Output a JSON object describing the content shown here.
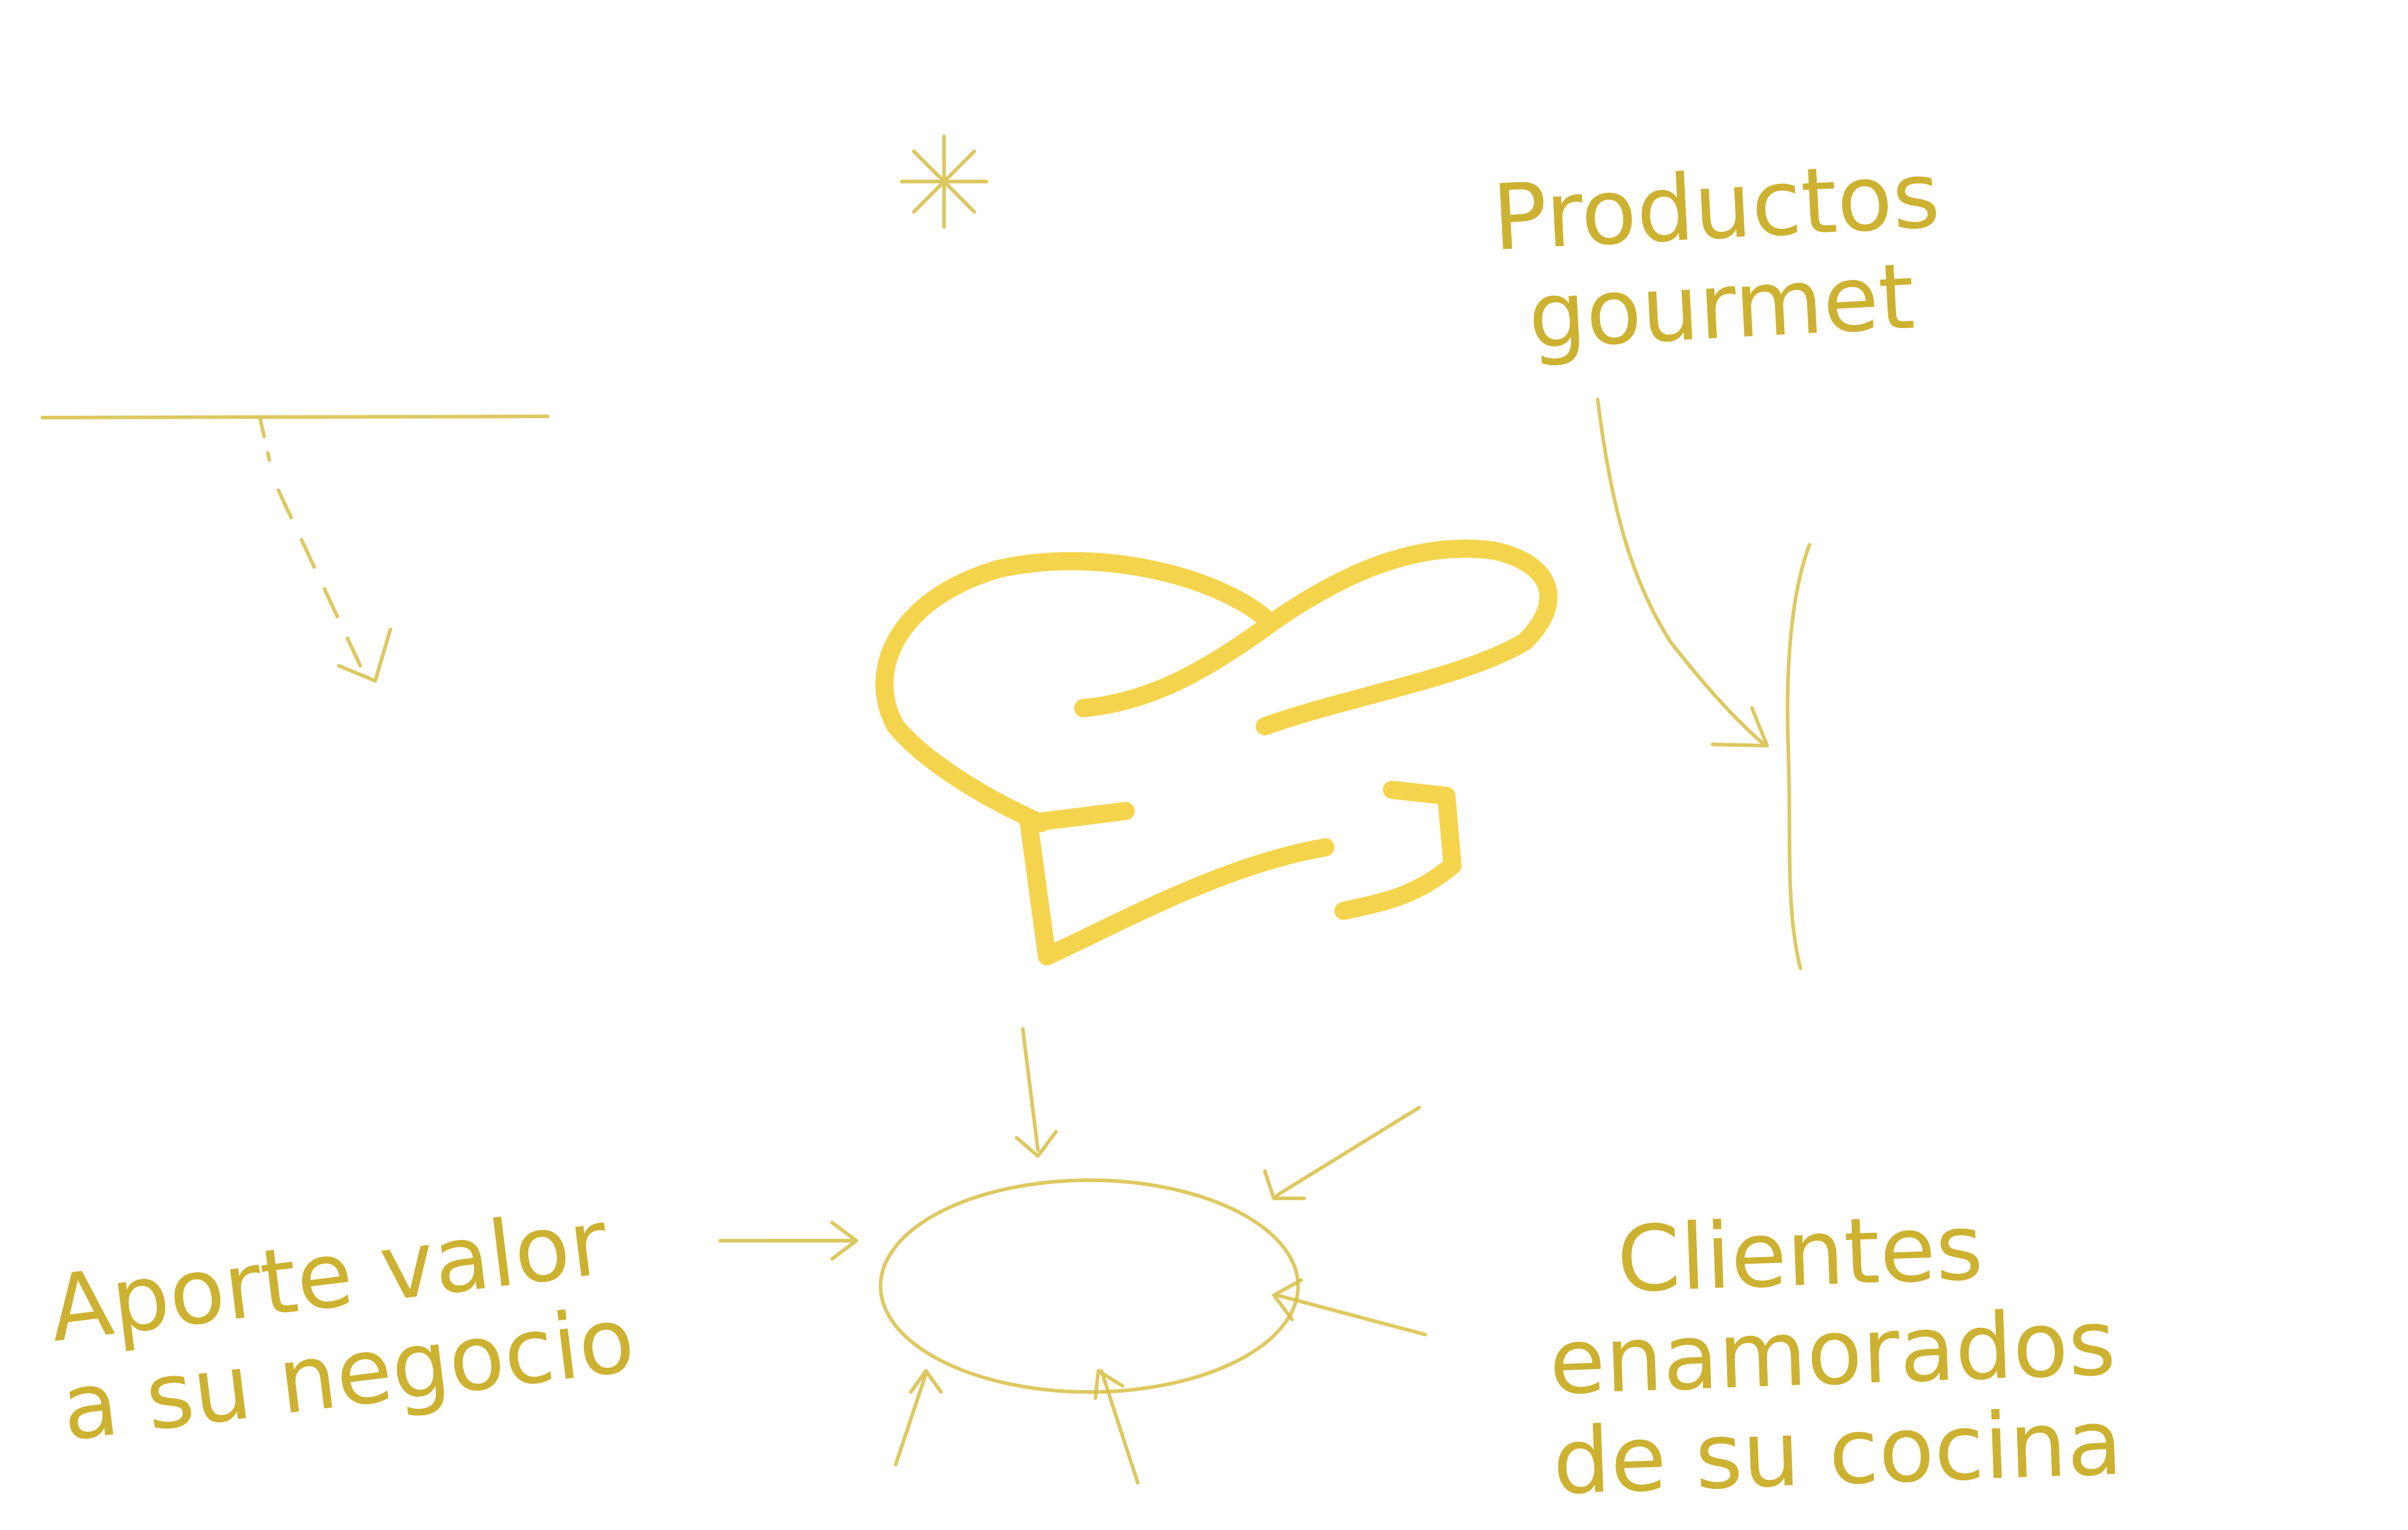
{
  "labels": {
    "top_right": [
      "Productos",
      "gourmet"
    ],
    "bottom_left": [
      "Aporte valor",
      "a su negocio"
    ],
    "bottom_right": [
      "Clientes",
      "enamorados",
      "de su cocina"
    ]
  },
  "icons": {
    "center": "chef-hat-icon",
    "sparkle": "asterisk-sparkle-icon"
  },
  "colors": {
    "text": "#cdb131",
    "hat": "#f4d44c",
    "sketch": "#d8bf45",
    "background": "#ffffff"
  }
}
